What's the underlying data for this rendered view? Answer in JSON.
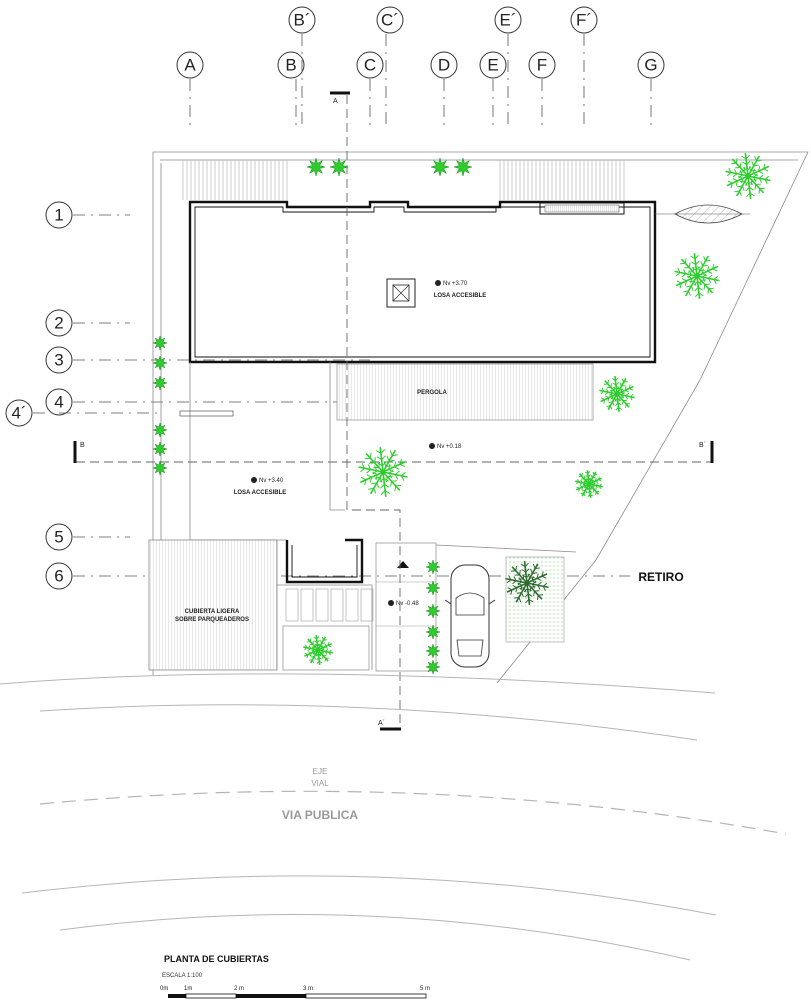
{
  "drawing": {
    "title": "PLANTA DE CUBIERTAS",
    "scale_text": "ESCALA 1:100",
    "scale_bar_labels": [
      "0m",
      "1m",
      "2 m",
      "3 m",
      "5 m"
    ]
  },
  "grid_columns": [
    "A",
    "B",
    "B´",
    "C",
    "C´",
    "D",
    "E",
    "E´",
    "F",
    "F´",
    "G"
  ],
  "grid_rows": [
    "1",
    "2",
    "3",
    "4",
    "4´",
    "5",
    "6"
  ],
  "section_marks": {
    "a_start": "A",
    "a_end": "A´",
    "b_start": "B",
    "b_end": "B´"
  },
  "labels": {
    "main_roof_level": "Nv +3.70",
    "main_roof_name": "LOSA ACCESIBLE",
    "pergola": "PERGOLA",
    "patio_level": "Nv +0.18",
    "lower_roof_level": "Nv +3.40",
    "lower_roof_name": "LOSA ACCESIBLE",
    "parking_roof_line1": "CUBIERTA LIGERA",
    "parking_roof_line2": "SOBRE PARQUEADEROS",
    "driveway_level": "Nv -0.48",
    "setback": "RETIRO"
  },
  "road": {
    "axis_line1": "EJE",
    "axis_line2": "VIAL",
    "name": "VIA PUBLICA"
  },
  "colors": {
    "line": "#111111",
    "grid": "#555555",
    "tree_green": "#2ecc2e",
    "tree_dark": "#2e6b2e",
    "road_text": "#9a9a9a",
    "hatch": "#cfcfcf"
  }
}
